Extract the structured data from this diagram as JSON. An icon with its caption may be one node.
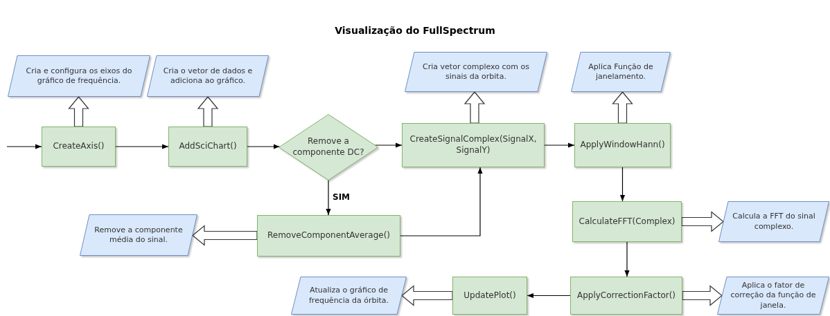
{
  "diagram": {
    "title": "Visualização do FullSpectrum",
    "nodes": [
      {
        "text": [
          "Cria e configura os eixos do gráfico de frequência."
        ]
      },
      {
        "text": [
          "Cria o vetor de dados e adiciona ao gráfico."
        ]
      },
      {
        "text": [
          "Cria vetor complexo com os sinais da orbita."
        ]
      },
      {
        "text": [
          "Aplica Função de janelamento."
        ]
      },
      {
        "text": [
          "CreateAxis()"
        ]
      },
      {
        "text": [
          "AddSciChart()"
        ]
      },
      {
        "text": [
          "Remove a componente DC?"
        ]
      },
      {
        "text": [
          "CreateSignalComplex(SignalX, SignalY)"
        ]
      },
      {
        "text": [
          "ApplyWindowHann()"
        ]
      },
      {
        "text": [
          "Remove a componente média do sinal."
        ]
      },
      {
        "text": [
          "RemoveComponentAverage()"
        ]
      },
      {
        "text": [
          "CalculateFFT(Complex)"
        ]
      },
      {
        "text": [
          "Calcula a FFT do sinal complexo."
        ]
      },
      {
        "text": [
          "Atualiza o gráfico de frequência da órbita."
        ]
      },
      {
        "text": [
          "UpdatePlot()"
        ]
      },
      {
        "text": [
          "ApplyCorrectionFactor()"
        ]
      },
      {
        "text": [
          "Aplica o fator de correção da função de janela."
        ]
      }
    ],
    "edges": [
      {
        "from": null,
        "to": 4,
        "arrow": "to"
      },
      {
        "from": 4,
        "to": 5,
        "arrow": "to"
      },
      {
        "from": 5,
        "to": 6,
        "arrow": "to"
      },
      {
        "from": 6,
        "to": 7,
        "arrow": "to"
      },
      {
        "from": 7,
        "to": 8,
        "arrow": "to"
      },
      {
        "from": 6,
        "to": 10,
        "arrow": "to",
        "label": "SIM"
      },
      {
        "from": 10,
        "to": 7,
        "arrow": "to"
      },
      {
        "from": 8,
        "to": 11,
        "arrow": "to"
      },
      {
        "from": 11,
        "to": 15,
        "arrow": "to"
      },
      {
        "from": 15,
        "to": 14,
        "arrow": "to"
      },
      {
        "from": 4,
        "to": 0,
        "arrow": "to",
        "style": "thick"
      },
      {
        "from": 5,
        "to": 1,
        "arrow": "to",
        "style": "thick"
      },
      {
        "from": 7,
        "to": 2,
        "arrow": "to",
        "style": "thick"
      },
      {
        "from": 8,
        "to": 3,
        "arrow": "to",
        "style": "thick"
      },
      {
        "from": 10,
        "to": 9,
        "arrow": "to",
        "style": "thick"
      },
      {
        "from": 11,
        "to": 12,
        "arrow": "to",
        "style": "thick"
      },
      {
        "from": 15,
        "to": 16,
        "arrow": "to",
        "style": "thick"
      },
      {
        "from": 14,
        "to": 13,
        "arrow": "to",
        "style": "thick"
      }
    ]
  }
}
